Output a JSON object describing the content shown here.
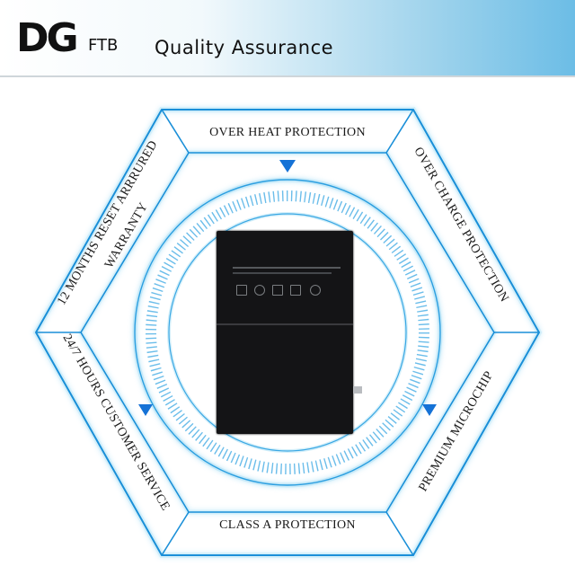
{
  "header": {
    "logo_mark": "DG",
    "logo_suffix": "FTB",
    "tagline": "Quality Assurance"
  },
  "features": {
    "top": "OVER HEAT PROTECTION",
    "upper_right": "OVER CHARGE PROTECTION",
    "lower_right": "PREMIUM MICROCHIP",
    "bottom": "CLASS A PROTECTION",
    "lower_left": "24/7 HOURS CUSTOMER SERVICE",
    "upper_left_line1": "12 MONTHS RESET ARRRURED",
    "upper_left_line2": "WARRANTY"
  },
  "colors": {
    "hex_stroke": "#1a8fd8",
    "glow": "#7fd0f5",
    "arrow": "#1572d6",
    "battery": "#141416"
  }
}
